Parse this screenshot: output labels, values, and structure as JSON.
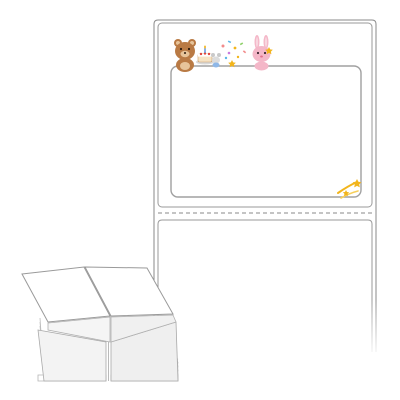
{
  "product": {
    "type": "fanfold-label-sheet",
    "labels": [
      {
        "position": "top",
        "design": "birthday-frame"
      },
      {
        "position": "bottom",
        "design": "blank"
      }
    ],
    "illustrations": [
      "teddy-bear",
      "birthday-cake",
      "confetti",
      "bunny",
      "shooting-stars"
    ]
  },
  "colors": {
    "outline": "#8a8a8a",
    "frame": "#9a9a9a",
    "bear": "#b97a44",
    "bear_light": "#e7c49a",
    "bunny": "#f4b7c8",
    "star": "#f2b51c",
    "stack": "#c8c8c8"
  }
}
